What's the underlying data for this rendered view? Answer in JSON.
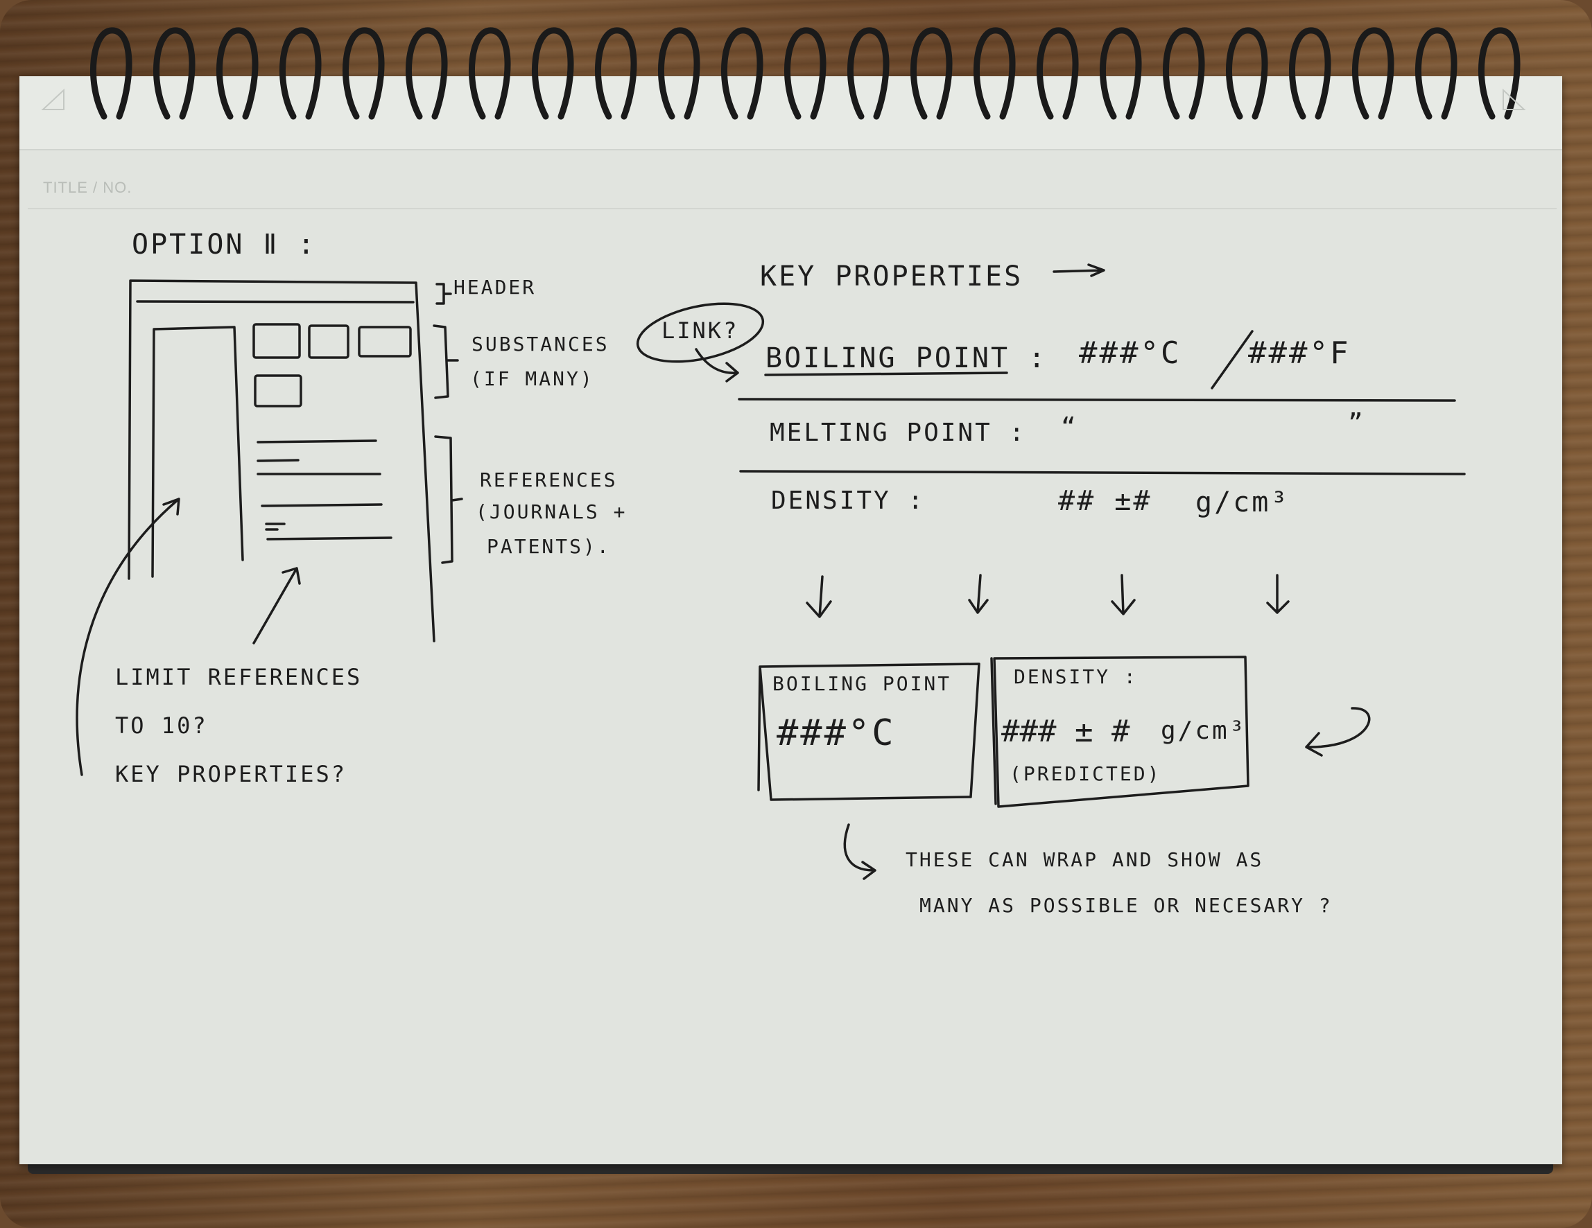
{
  "paper": {
    "title_no": "TITLE / NO."
  },
  "sketch": {
    "option_title": "OPTION Ⅱ :",
    "wireframe_labels": {
      "header": "HEADER",
      "substances_1": "SUBSTANCES",
      "substances_2": "(IF MANY)",
      "references_1": "REFERENCES",
      "references_2": "(JOURNALS +",
      "references_3": "PATENTS)."
    },
    "notes": {
      "limit_1": "LIMIT REFERENCES",
      "limit_2": "TO 10?",
      "key_props": "KEY PROPERTIES?"
    }
  },
  "key_properties": {
    "heading": "KEY PROPERTIES",
    "link_note": "LINK?",
    "rows": [
      {
        "label": "BOILING POINT :",
        "value_1": "###°C",
        "sep": "/",
        "value_2": "###°F"
      },
      {
        "label": "MELTING POINT :",
        "value_1": "“",
        "value_2": "”"
      },
      {
        "label": "DENSITY :",
        "value_1": "## ±#",
        "unit": "g/cm³"
      }
    ]
  },
  "cards": [
    {
      "title": "BOILING POINT",
      "value": "###°C"
    },
    {
      "title": "DENSITY :",
      "value": "### ± #",
      "unit": "g/cm³",
      "note": "(PREDICTED)"
    }
  ],
  "bottom_note": {
    "line_1": "THESE CAN WRAP AND SHOW AS",
    "line_2": "MANY AS POSSIBLE OR NECESARY ?"
  }
}
